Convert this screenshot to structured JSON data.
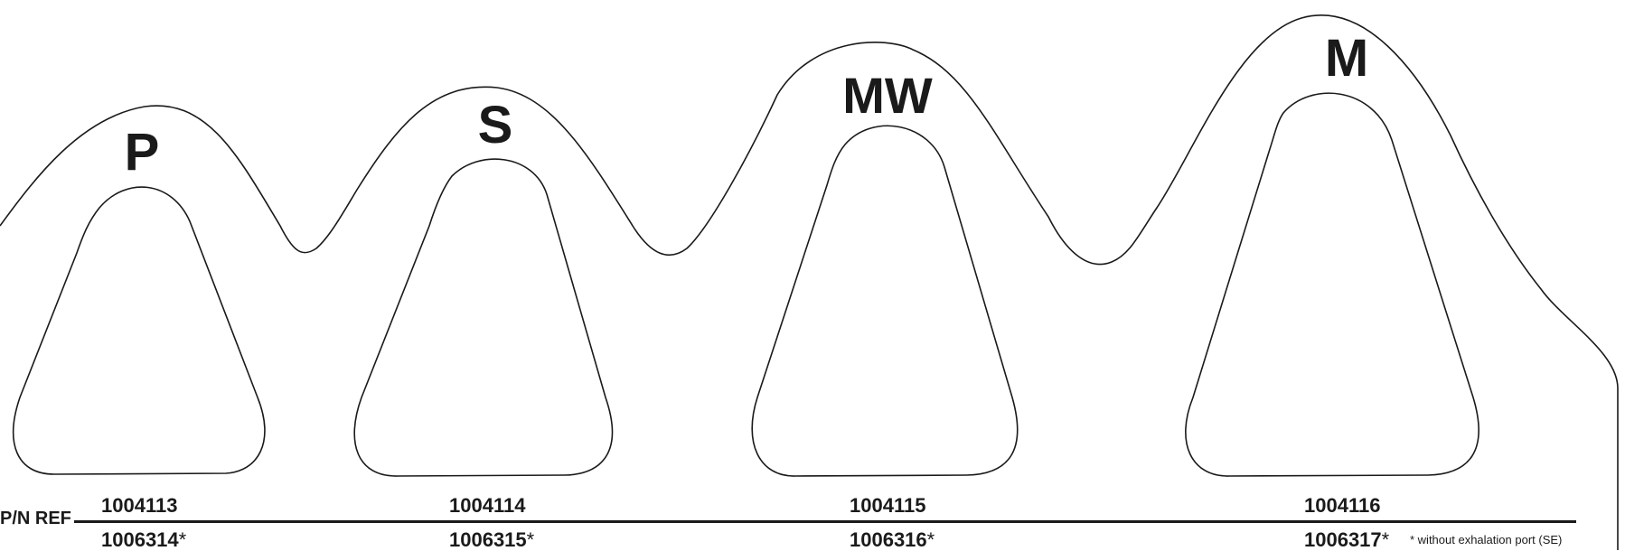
{
  "pn_label": "P/N REF",
  "footnote": "* without exhalation port (SE)",
  "sizes": [
    {
      "label": "P",
      "ref_top": "1004113",
      "ref_bottom": "1006314",
      "bottom_mark": "*"
    },
    {
      "label": "S",
      "ref_top": "1004114",
      "ref_bottom": "1006315",
      "bottom_mark": "*"
    },
    {
      "label": "MW",
      "ref_top": "1004115",
      "ref_bottom": "1006316",
      "bottom_mark": "*"
    },
    {
      "label": "M",
      "ref_top": "1004116",
      "ref_bottom": "1006317",
      "bottom_mark": "*"
    }
  ]
}
